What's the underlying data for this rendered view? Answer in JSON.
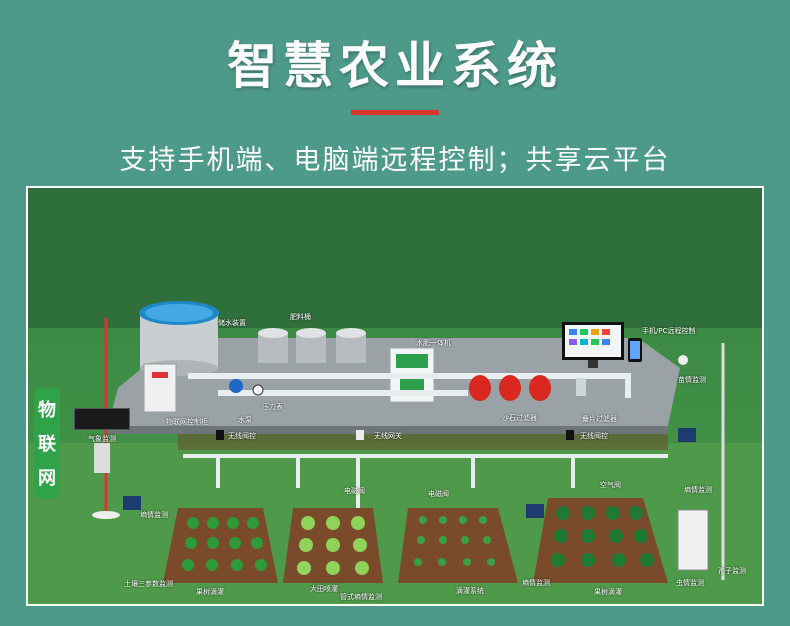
{
  "header": {
    "title": "智慧农业系统",
    "subtitle": "支持手机端、电脑端远程控制；共享云平台"
  },
  "colors": {
    "background": "#4e9a8a",
    "accent_bar": "#d9362b",
    "iot_badge": "#2fa24a",
    "pipe": "#e8eef0",
    "filter": "#d8281f"
  },
  "diagram": {
    "side_badge": [
      "物",
      "联",
      "网"
    ],
    "led_board": "",
    "labels": {
      "water_storage": "储水装置",
      "fertilizer_tank": "肥料桶",
      "water_fert_machine": "水肥一体机",
      "remote_control": "手机/PC远程控制",
      "iot_valve_cabinet": "物联网控制柜",
      "pump": "水泵",
      "pressure_gauge": "压力表",
      "sand_filter": "沙石过滤器",
      "disc_filter": "叠片过滤器",
      "video_monitor": "苗情监测",
      "wireless_valve_1": "无线阀控",
      "wireless_gateway": "无线网关",
      "wireless_valve_2": "无线阀控",
      "weather_station": "气象监测",
      "soil_moisture_1": "墒情监测",
      "air_valve": "空气阀",
      "solenoid_valve_1": "电磁阀",
      "solenoid_valve_2": "电磁阀",
      "soil_moisture_2": "墒情监测",
      "soil_three_param": "土壤三参数监测",
      "orchard_drip": "果树滴灌",
      "field_sprinkler": "大田喷灌",
      "pipe_soil_monitor": "管式墒情监测",
      "drip_system": "滴灌系统",
      "soil_moisture_3": "墒情监测",
      "orchard_drip_2": "果树滴灌",
      "pest_monitor": "虫情监测",
      "spore_monitor": "孢子监测"
    }
  }
}
